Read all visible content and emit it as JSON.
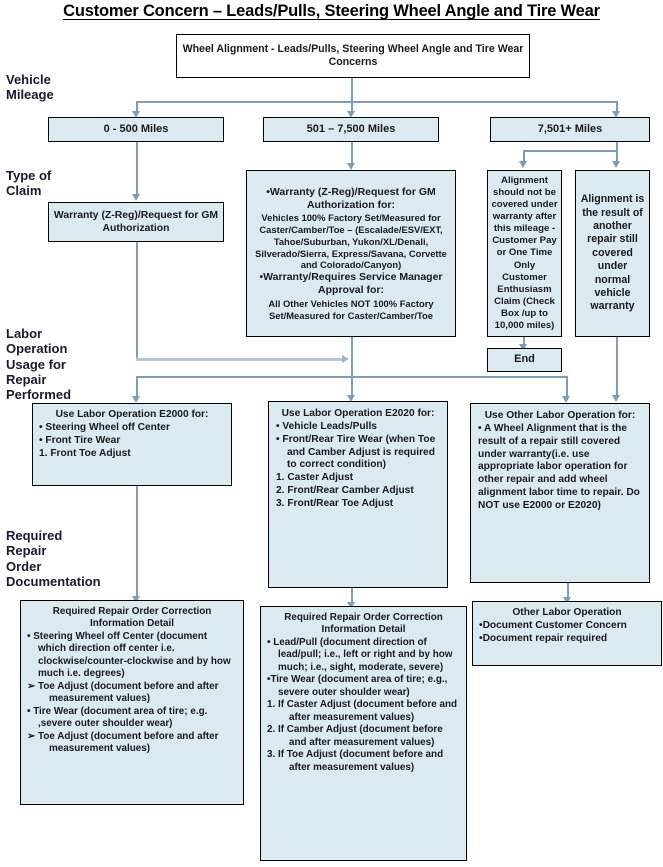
{
  "title": "Customer Concern – Leads/Pulls, Steering Wheel Angle and Tire Wear",
  "row_labels": {
    "vehicle_mileage": "Vehicle\nMileage",
    "type_of_claim": "Type of\nClaim",
    "labor_operation": "Labor\nOperation\nUsage for\nRepair\nPerformed",
    "required_documentation": "Required\nRepair\nOrder\nDocumentation"
  },
  "start": {
    "text": "Wheel Alignment - Leads/Pulls, Steering Wheel Angle and Tire Wear Concerns"
  },
  "mileage": {
    "low": "0 - 500 Miles",
    "mid": "501 – 7,500 Miles",
    "high": "7,501+ Miles"
  },
  "claim": {
    "low": "Warranty (Z-Reg)/Request for GM  Authorization",
    "mid": {
      "b1": "•Warranty (Z-Reg)/Request for GM Authorization for:",
      "b1_detail": "Vehicles 100% Factory Set/Measured for Caster/Camber/Toe – (Escalade/ESV/EXT, Tahoe/Suburban, Yukon/XL/Denali, Silverado/Sierra, Express/Savana,  Corvette and Colorado/Canyon)",
      "b2": "•Warranty/Requires Service Manager Approval for:",
      "b2_detail": "All Other Vehicles NOT 100% Factory Set/Measured for Caster/Camber/Toe"
    },
    "high_a": "Alignment should not be covered under warranty after this mileage - Customer Pay or  One Time Only Customer Enthusiasm Claim (Check Box /up to 10,000 miles)",
    "high_b": "Alignment is the result of another repair still covered under normal vehicle warranty",
    "end": "End"
  },
  "labor": {
    "e2000": {
      "title": "Use Labor Operation E2000 for:",
      "items": [
        "• Steering Wheel off Center",
        "• Front Tire Wear",
        "1.    Front Toe Adjust"
      ]
    },
    "e2020": {
      "title": "Use Labor Operation E2020 for:",
      "items": [
        "• Vehicle Leads/Pulls",
        "• Front/Rear Tire Wear (when Toe and Camber Adjust is required to correct condition)",
        "1.    Caster Adjust",
        "2.    Front/Rear Camber Adjust",
        "3.    Front/Rear Toe Adjust"
      ]
    },
    "other": {
      "title": "Use Other Labor Operation for:",
      "items": [
        "• A Wheel Alignment that is the result of a repair still covered under warranty(i.e. use appropriate labor operation for other repair and add wheel alignment labor time to repair. Do NOT use E2000 or E2020)"
      ]
    }
  },
  "documentation": {
    "left": {
      "title": "Required Repair Order Correction Information Detail",
      "items": [
        "•  Steering Wheel off Center (document which direction off center i.e. clockwise/counter-clockwise and by how much i.e. degrees)",
        "➢   Toe Adjust (document before and after measurement values)",
        "• Tire Wear (document area of tire; e.g. ,severe outer shoulder wear)",
        "➢   Toe Adjust (document before and after measurement values)"
      ]
    },
    "mid": {
      "title": "Required Repair Order Correction Information Detail",
      "items": [
        "• Lead/Pull (document direction of lead/pull; i.e., left or right and by how much; i.e., sight, moderate, severe)",
        "•Tire Wear (document area of tire; e.g., severe outer shoulder wear)",
        "1.     If Caster Adjust (document before and after measurement values)",
        "2.     If Camber Adjust (document before and after measurement values)",
        "3.     If Toe Adjust (document before and after measurement values)"
      ]
    },
    "right": {
      "title": "Other Labor Operation",
      "items": [
        "•Document Customer Concern",
        "•Document repair required"
      ]
    }
  },
  "colors": {
    "box_fill": "#dbe9f1",
    "box_border": "#000000",
    "connector": "#7f9db9",
    "title_text": "#000000"
  }
}
